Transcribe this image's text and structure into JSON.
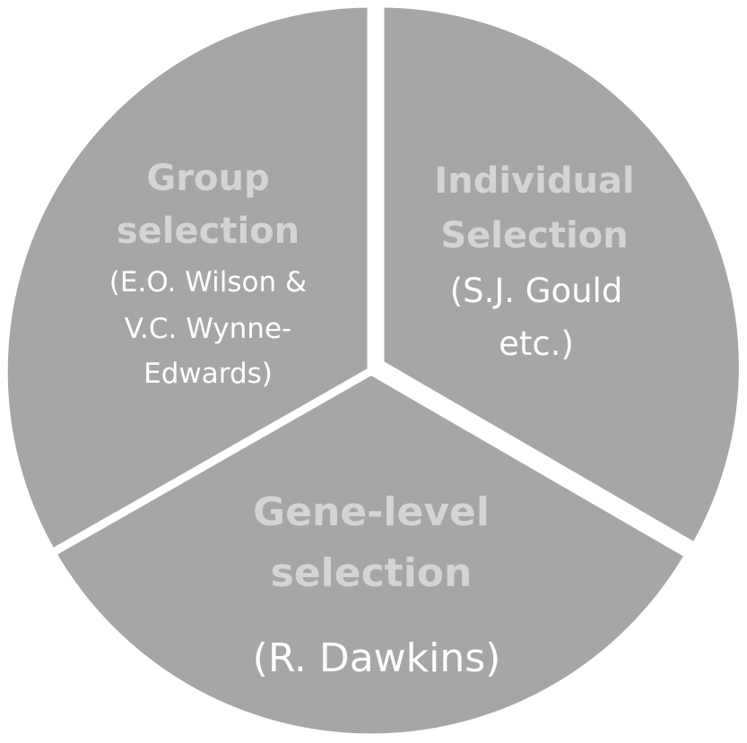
{
  "diagram": {
    "sectors": [
      {
        "id": "group",
        "title_lines": [
          "Group",
          "selection"
        ],
        "author_lines": [
          "(E.O. Wilson &",
          "V.C. Wynne-",
          "Edwards)"
        ],
        "color": "#a6a6a6"
      },
      {
        "id": "individual",
        "title_lines": [
          "Individual",
          "Selection"
        ],
        "author_lines": [
          "(S.J. Gould",
          "etc.)"
        ],
        "color": "#a6a6a6"
      },
      {
        "id": "gene",
        "title_lines": [
          "Gene-level",
          "selection"
        ],
        "author_lines": [
          "(R. Dawkins)"
        ],
        "color": "#a6a6a6"
      }
    ],
    "separator_color": "#ffffff",
    "title_text_color": "#d4d4d4",
    "author_text_color": "#ffffff"
  }
}
